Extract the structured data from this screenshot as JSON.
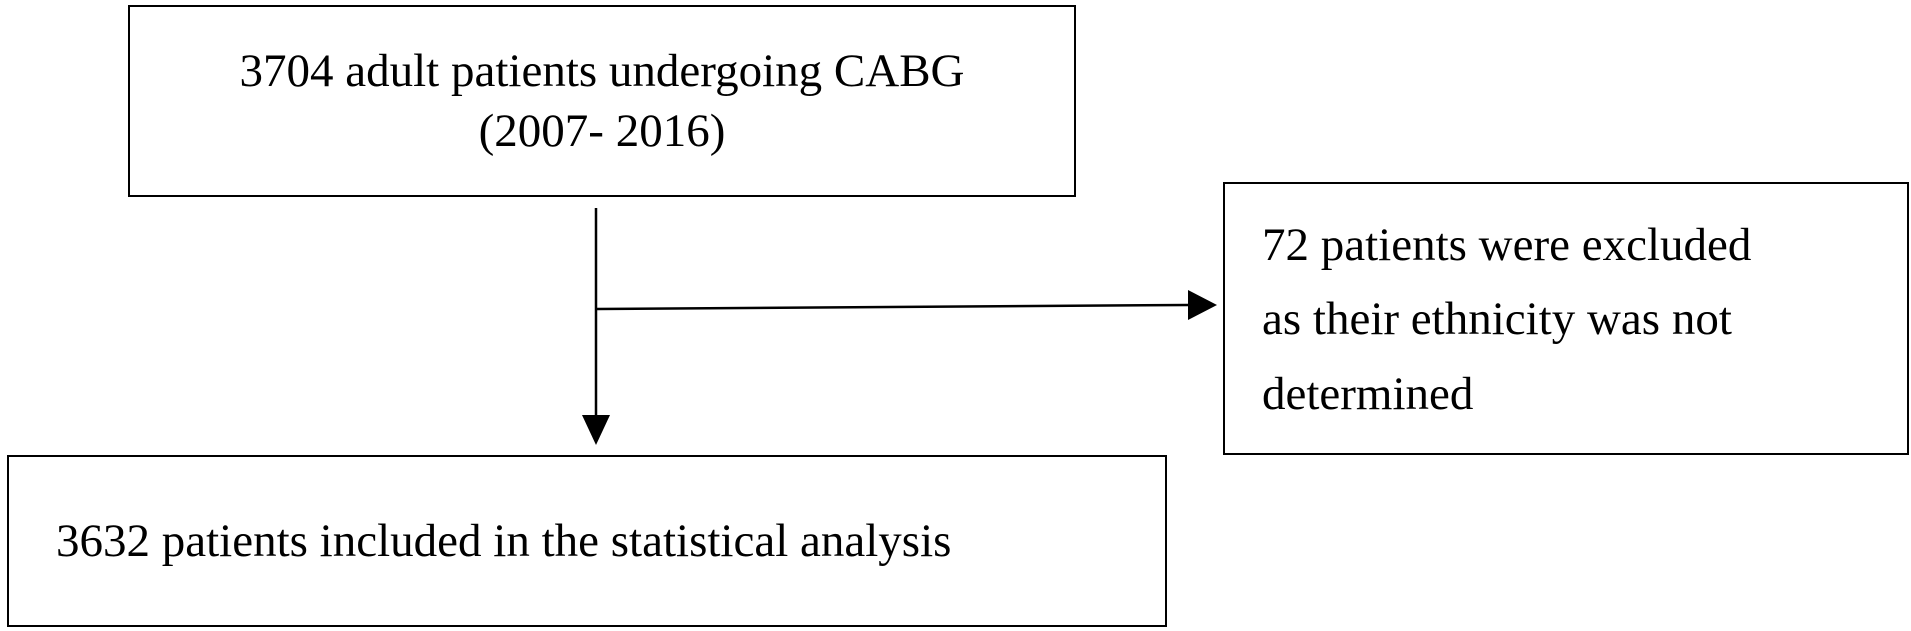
{
  "source_box": {
    "line1": "3704 adult patients undergoing CABG",
    "line2": "(2007- 2016)"
  },
  "excluded_box": {
    "line1": "72 patients were excluded",
    "line2": "as their ethnicity was not",
    "line3": "determined"
  },
  "included_box": {
    "text": "3632 patients included in the statistical analysis"
  }
}
